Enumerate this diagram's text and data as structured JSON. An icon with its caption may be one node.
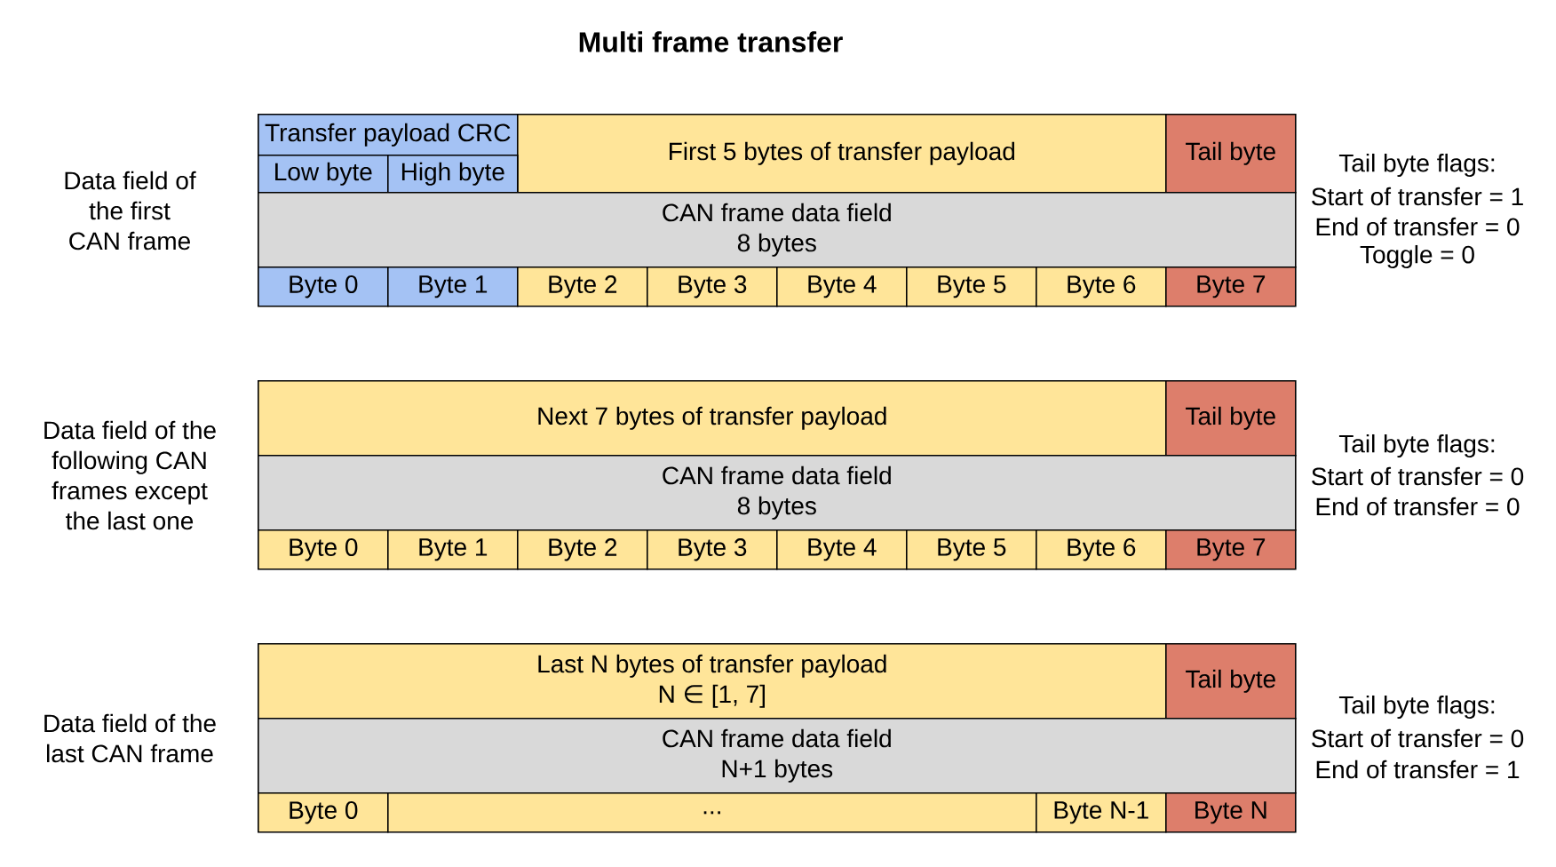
{
  "diagram": {
    "title": "Multi frame transfer",
    "nodes": [
      {
        "text": [
          "Transfer payload CRC"
        ]
      },
      {
        "text": [
          "First 5 bytes of transfer payload"
        ]
      },
      {
        "text": [
          "Tail byte"
        ]
      },
      {
        "text": [
          "Low byte"
        ]
      },
      {
        "text": [
          "High byte"
        ]
      },
      {
        "text": [
          "CAN frame data field 8 bytes"
        ]
      },
      {
        "text": [
          "Byte 0"
        ]
      },
      {
        "text": [
          "Byte 1"
        ]
      },
      {
        "text": [
          "Byte 2"
        ]
      },
      {
        "text": [
          "Byte 3"
        ]
      },
      {
        "text": [
          "Byte 4"
        ]
      },
      {
        "text": [
          "Byte 5"
        ]
      },
      {
        "text": [
          "Byte 6"
        ]
      },
      {
        "text": [
          "Byte 7"
        ]
      },
      {
        "text": [
          "Next 7 bytes of transfer payload"
        ]
      },
      {
        "text": [
          "Tail byte"
        ]
      },
      {
        "text": [
          "CAN frame data field 8 bytes"
        ]
      },
      {
        "text": [
          "Byte 0"
        ]
      },
      {
        "text": [
          "Byte 1"
        ]
      },
      {
        "text": [
          "Byte 2"
        ]
      },
      {
        "text": [
          "Byte 3"
        ]
      },
      {
        "text": [
          "Byte 4"
        ]
      },
      {
        "text": [
          "Byte 5"
        ]
      },
      {
        "text": [
          "Byte 6"
        ]
      },
      {
        "text": [
          "Byte 7"
        ]
      },
      {
        "text": [
          "Last N bytes of transfer payload N ∈ [1, 7]"
        ]
      },
      {
        "text": [
          "Tail byte"
        ]
      },
      {
        "text": [
          "CAN frame data field N+1 bytes"
        ]
      },
      {
        "text": [
          "Byte 0"
        ]
      },
      {
        "text": [
          "..."
        ]
      },
      {
        "text": [
          "Byte N-1"
        ]
      },
      {
        "text": [
          "Byte N"
        ]
      }
    ],
    "labels": [
      "Data field of the first CAN frame",
      "Tail byte flags:",
      "Start of transfer = 1",
      "End of transfer = 0",
      "Toggle = 0",
      "Data field of the following CAN frames except the last one",
      "Tail byte flags:",
      "Start of transfer = 0",
      "End of transfer = 0",
      "Data field of the last CAN frame",
      "Tail byte flags:",
      "Start of transfer = 0",
      "End of transfer = 1"
    ]
  }
}
